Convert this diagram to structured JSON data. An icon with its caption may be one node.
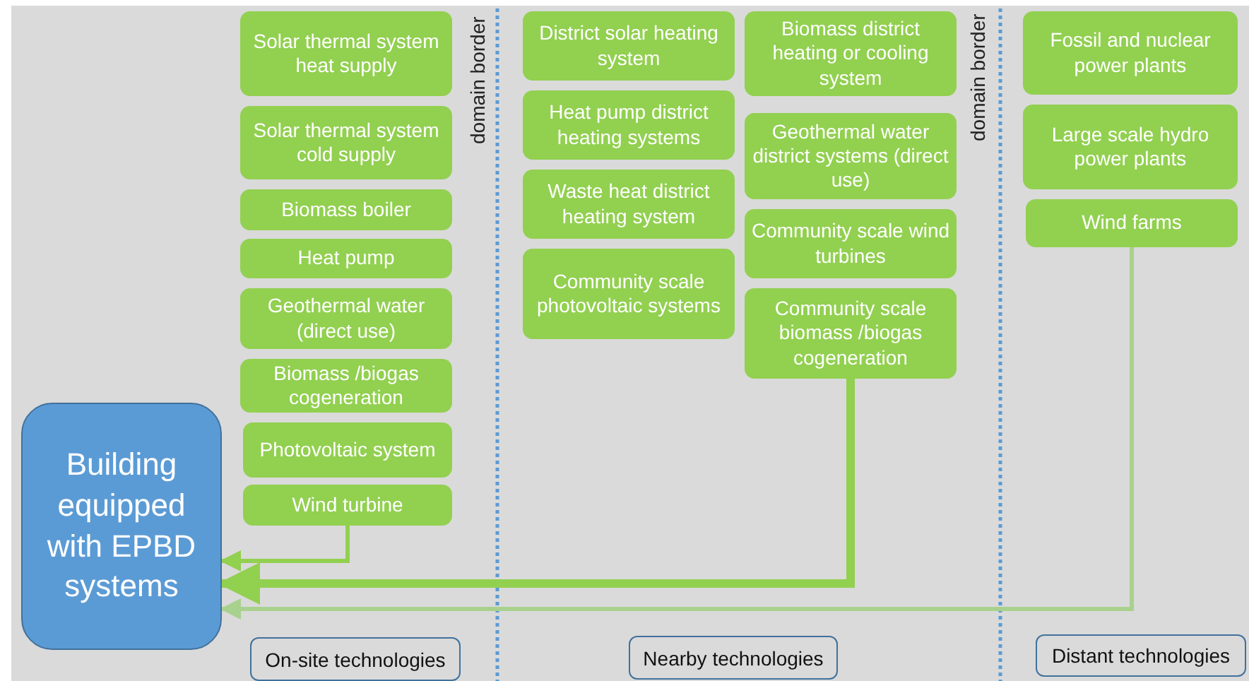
{
  "diagram": {
    "nodes": [
      {
        "text": [
          "Solar thermal system heat supply"
        ]
      },
      {
        "text": [
          "Solar thermal system cold supply"
        ]
      },
      {
        "text": [
          "Biomass boiler"
        ]
      },
      {
        "text": [
          "Heat pump"
        ]
      },
      {
        "text": [
          "Geothermal water (direct use)"
        ]
      },
      {
        "text": [
          "Biomass /biogas cogeneration"
        ]
      },
      {
        "text": [
          "Photovoltaic system"
        ]
      },
      {
        "text": [
          "Wind turbine"
        ]
      },
      {
        "text": [
          "District solar heating system"
        ]
      },
      {
        "text": [
          "Heat pump district heating systems"
        ]
      },
      {
        "text": [
          "Waste heat district heating system"
        ]
      },
      {
        "text": [
          "Community scale photovoltaic systems"
        ]
      },
      {
        "text": [
          "Biomass district heating or cooling system"
        ]
      },
      {
        "text": [
          "Geothermal water district systems (direct use)"
        ]
      },
      {
        "text": [
          "Community scale wind turbines"
        ]
      },
      {
        "text": [
          "Community scale biomass /biogas cogeneration"
        ]
      },
      {
        "text": [
          "Fossil and nuclear power plants"
        ]
      },
      {
        "text": [
          "Large scale hydro power plants"
        ]
      },
      {
        "text": [
          "Wind farms"
        ]
      },
      {
        "text": [
          "Building equipped with EPBD systems"
        ]
      },
      {
        "text": [
          "On-site technologies"
        ]
      },
      {
        "text": [
          "Nearby technologies"
        ]
      },
      {
        "text": [
          "Distant technologies"
        ]
      }
    ],
    "edges": [
      {
        "from": 7,
        "to": 19,
        "arrow": "to"
      },
      {
        "from": 15,
        "to": 19,
        "arrow": "to",
        "style": "thick"
      },
      {
        "from": 18,
        "to": 19,
        "arrow": "to",
        "color": "#a9d18e"
      }
    ],
    "labels": [
      "domain border",
      "domain border"
    ]
  }
}
